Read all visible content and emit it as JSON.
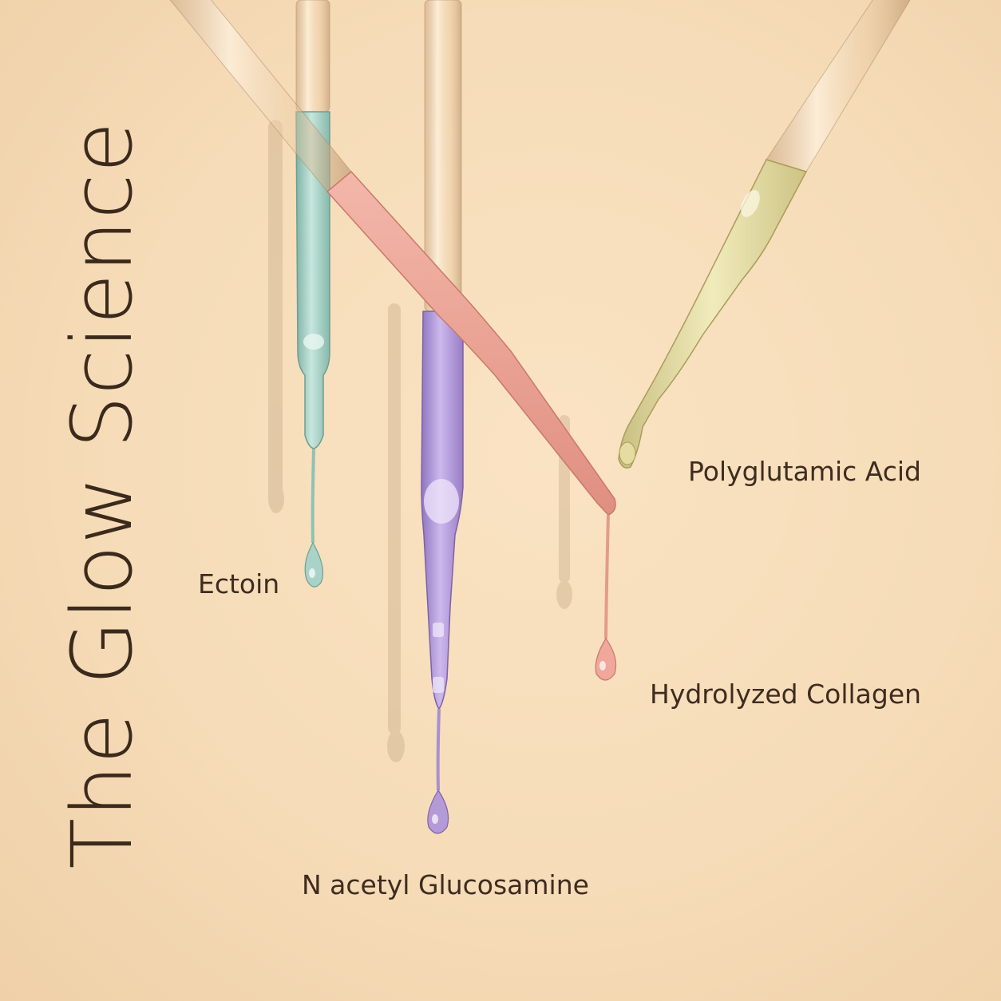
{
  "title": "The Glow Science",
  "labels": {
    "polyglutamic_acid": "Polyglutamic Acid",
    "ectoin": "Ectoin",
    "hydrolyzed_collagen": "Hydrolyzed Collagen",
    "n_acetyl_glucosamine": "N acetyl Glucosamine"
  },
  "colors": {
    "background": "#f6dcb8",
    "text": "#3b2a1c",
    "ectoin_liquid": "#a9d2c8",
    "nag_liquid": "#b59ad8",
    "collagen_liquid": "#f0a79c",
    "pga_liquid": "#e4dca0"
  },
  "icons": [
    "dropper-ectoin",
    "dropper-n-acetyl-glucosamine",
    "dropper-hydrolyzed-collagen",
    "dropper-polyglutamic-acid"
  ]
}
